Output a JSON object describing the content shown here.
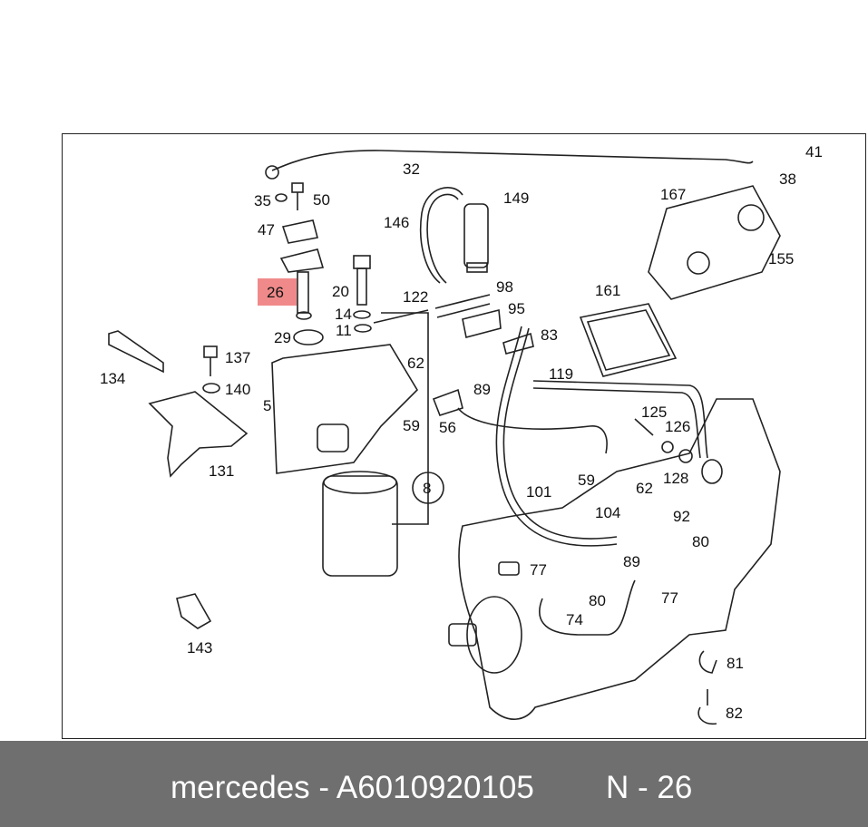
{
  "diagram": {
    "highlight_color": "#f08a8a",
    "highlighted_label": "26",
    "labels": {
      "l41": "41",
      "l32": "32",
      "l38": "38",
      "l35": "35",
      "l50": "50",
      "l149": "149",
      "l167": "167",
      "l146": "146",
      "l47": "47",
      "l155": "155",
      "l26": "26",
      "l20": "20",
      "l98": "98",
      "l122": "122",
      "l161": "161",
      "l95": "95",
      "l14": "14",
      "l11": "11",
      "l83": "83",
      "l29": "29",
      "l137": "137",
      "l134": "134",
      "l62a": "62",
      "l119": "119",
      "l140": "140",
      "l89a": "89",
      "l5": "5",
      "l125": "125",
      "l59a": "59",
      "l56": "56",
      "l126": "126",
      "l128": "128",
      "l131": "131",
      "l59b": "59",
      "l62b": "62",
      "l8": "8",
      "l101": "101",
      "l104": "104",
      "l92": "92",
      "l80a": "80",
      "l77a": "77",
      "l89b": "89",
      "l80b": "80",
      "l77b": "77",
      "l74": "74",
      "l143": "143",
      "l81": "81",
      "l82": "82"
    }
  },
  "footer": {
    "left_text": "mercedes - A6010920105",
    "right_text": "N - 26"
  }
}
